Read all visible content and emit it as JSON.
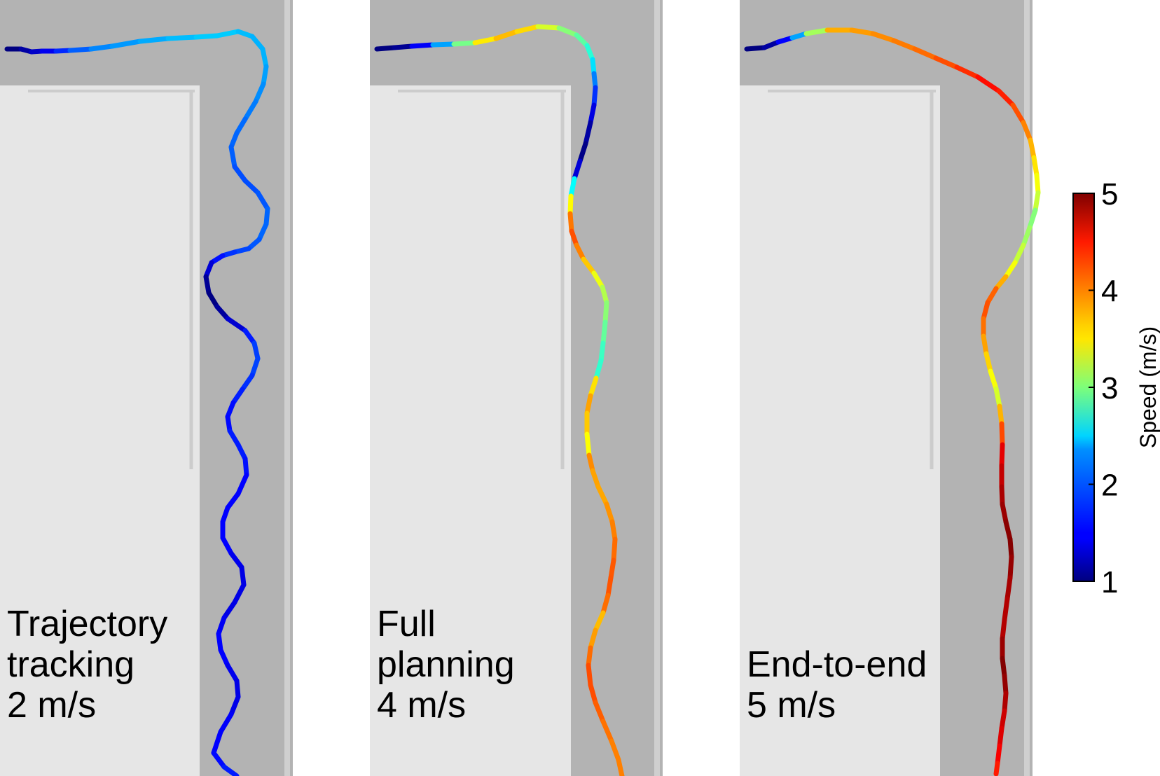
{
  "chart_data": {
    "type": "line",
    "panels": [
      {
        "label_lines": [
          "Trajectory",
          "tracking",
          "2 m/s"
        ],
        "path_speeds": [
          1.0,
          1.2,
          1.4,
          1.7,
          2.0,
          2.1,
          2.2,
          2.3,
          2.3,
          2.2,
          2.2,
          2.1,
          2.0,
          1.9,
          1.9,
          1.8,
          1.8,
          1.9,
          1.9,
          1.8,
          1.7,
          1.5,
          1.1,
          1.0,
          1.2,
          1.6,
          1.8,
          1.7,
          1.6,
          1.5,
          1.6,
          1.6,
          1.5,
          1.5,
          1.5,
          1.5,
          1.4,
          1.4,
          1.4,
          1.5,
          1.5,
          1.4,
          1.4,
          1.5,
          1.5,
          1.6
        ]
      },
      {
        "label_lines": [
          "Full",
          "planning",
          "4 m/s"
        ],
        "path_speeds": [
          1.0,
          1.1,
          1.8,
          2.9,
          3.7,
          3.8,
          3.4,
          3.0,
          2.8,
          2.5,
          2.0,
          1.6,
          1.2,
          1.0,
          1.4,
          3.2,
          4.0,
          4.2,
          3.9,
          3.5,
          3.2,
          3.0,
          2.8,
          2.6,
          3.8,
          3.9,
          3.4,
          4.0,
          3.8,
          3.9,
          4.0,
          4.1,
          4.2,
          4.1,
          3.7,
          4.0,
          4.2,
          4.2,
          4.1,
          4.0,
          4.0
        ]
      },
      {
        "label_lines": [
          "End-to-end",
          "5 m/s"
        ],
        "path_speeds": [
          1.0,
          1.2,
          2.2,
          3.8,
          3.9,
          4.0,
          4.1,
          4.3,
          4.5,
          4.2,
          3.9,
          3.6,
          3.4,
          3.0,
          3.2,
          3.5,
          4.1,
          4.2,
          3.9,
          3.6,
          3.3,
          4.0,
          4.6,
          4.8,
          4.9,
          5.0,
          4.9,
          4.8,
          4.8,
          5.0,
          4.9,
          4.7,
          4.6,
          4.4
        ]
      }
    ],
    "colorbar": {
      "label": "Speed (m/s)",
      "min": 1,
      "max": 5,
      "ticks": [
        1,
        2,
        3,
        4,
        5
      ],
      "colormap": "jet"
    },
    "colors": {
      "corridor": "#b3b3b3",
      "background": "#e6e6e6",
      "walls": "#cccccc"
    }
  }
}
